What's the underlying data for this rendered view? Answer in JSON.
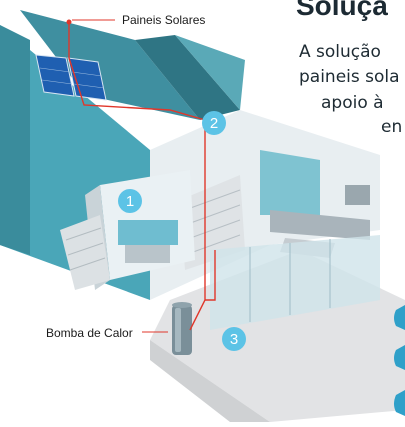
{
  "title": "Soluça",
  "intro_lines": [
    "A solução",
    "paineis sola",
    "apoio à",
    "en"
  ],
  "labels": {
    "solar_panels": "Paineis Solares",
    "heat_pump": "Bomba de Calor"
  },
  "markers": [
    "1",
    "2",
    "3"
  ],
  "colors": {
    "roof": "#3f8fa0",
    "wall": "#5fb5c7",
    "marker": "#5cc3e6",
    "pipe": "#e0372b",
    "tank": "#7a8f99"
  }
}
